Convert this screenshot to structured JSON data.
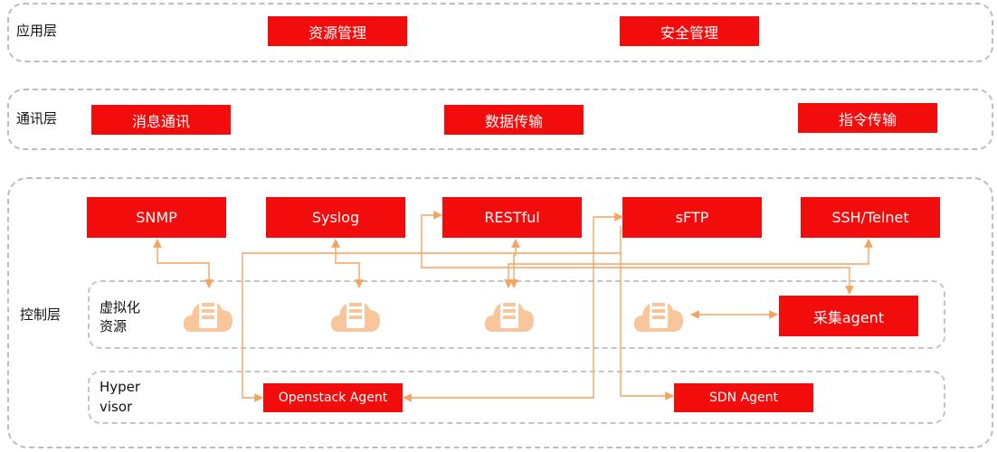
{
  "layers": {
    "application": {
      "label": "应用层",
      "modules": [
        "资源管理",
        "安全管理"
      ]
    },
    "communication": {
      "label": "通讯层",
      "modules": [
        "消息通讯",
        "数据传输",
        "指令传输"
      ]
    },
    "control": {
      "label": "控制层",
      "protocols": [
        "SNMP",
        "Syslog",
        "RESTful",
        "sFTP",
        "SSH/Telnet"
      ],
      "virtual_resources": {
        "label_line1": "虚拟化",
        "label_line2": "资源",
        "collector": "采集agent"
      },
      "hypervisor": {
        "label_line1": "Hyper",
        "label_line2": "visor",
        "agents": [
          "Openstack Agent",
          "SDN Agent"
        ]
      }
    }
  },
  "colors": {
    "module_fill": "#f20c0c",
    "module_text": "#ffffff",
    "connector": "#f4a460",
    "cloud_icon": "#f9c59a",
    "border": "#bdbdbd"
  },
  "icons": [
    "cloud-server-icon"
  ]
}
